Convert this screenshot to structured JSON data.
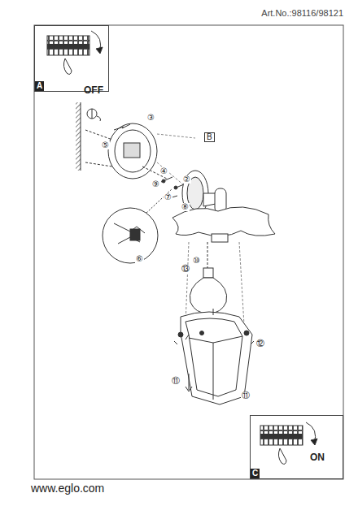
{
  "diagram": {
    "nodes": [
      {
        "text": [
          "OFF",
          "A"
        ]
      },
      {
        "text": [
          "ON",
          "C"
        ]
      }
    ],
    "labels": [
      "Art.No.:98116/98121",
      "B",
      "③",
      "⑤",
      "④",
      "②",
      "⑦",
      "⑧",
      "⑨",
      "⑥",
      "⑩",
      "⑪",
      "⑫",
      "⑪",
      "⑬",
      "www.eglo.com"
    ]
  }
}
